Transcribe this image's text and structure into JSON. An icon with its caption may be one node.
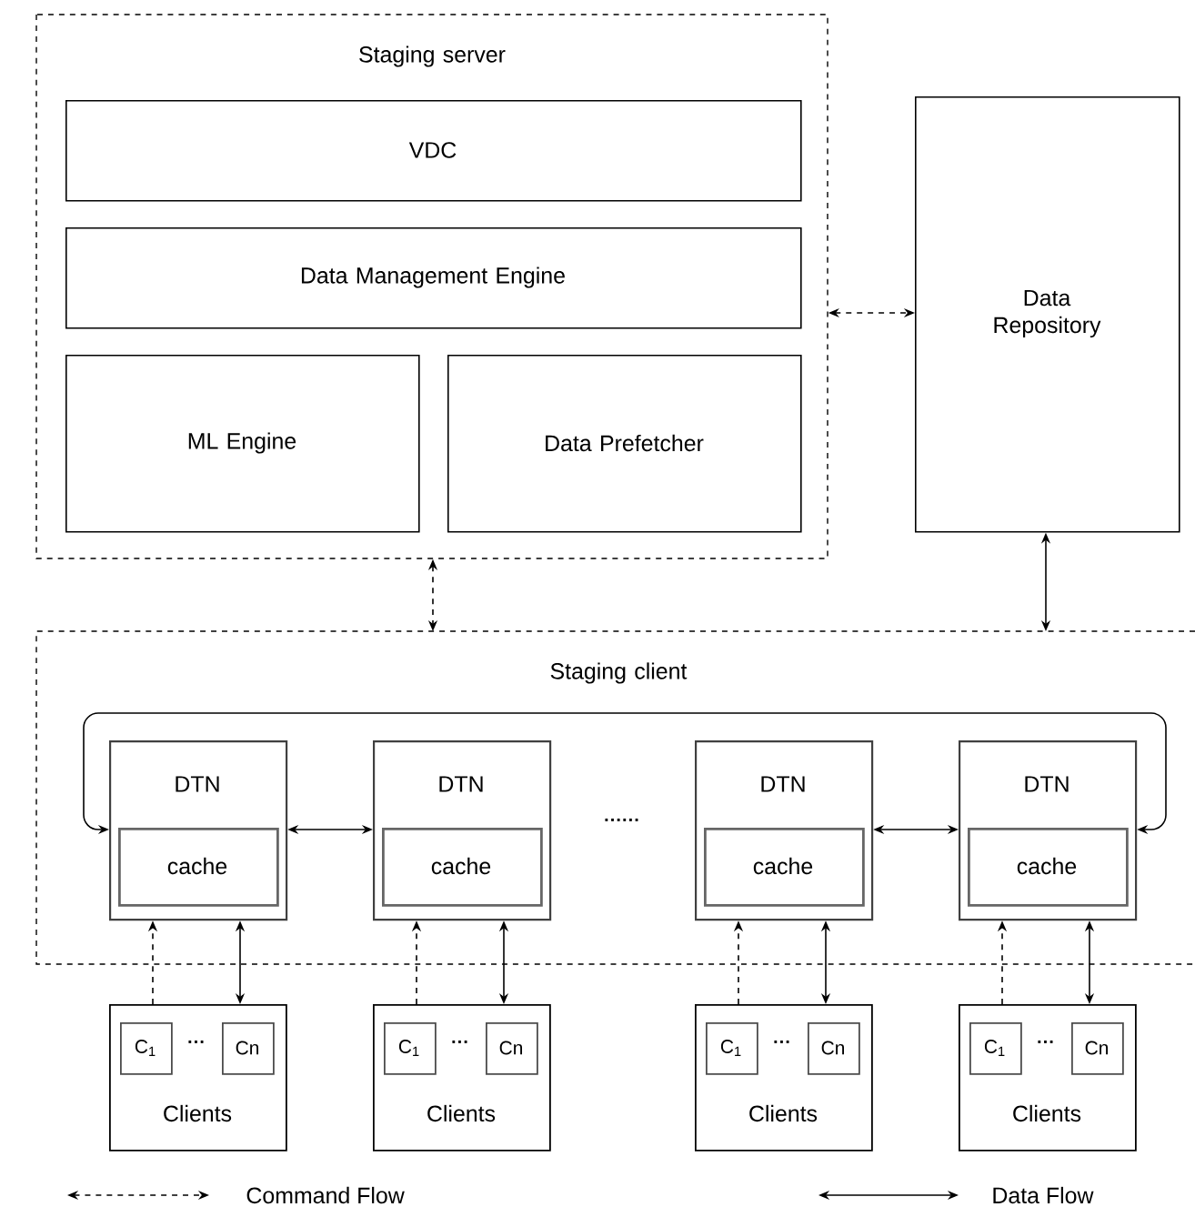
{
  "diagram": {
    "nodes": [
      {
        "text": [
          "Staging server"
        ]
      },
      {
        "text": [
          "VDC"
        ],
        "in": 0
      },
      {
        "text": [
          "Data Management Engine"
        ],
        "in": 0
      },
      {
        "text": [
          "ML Engine"
        ],
        "in": 0
      },
      {
        "text": [
          "Data Prefetcher"
        ],
        "in": 0
      },
      {
        "text": [
          "Data Repository"
        ]
      },
      {
        "text": [
          "Staging client"
        ]
      },
      {
        "text": [
          "DTN"
        ],
        "in": 6
      },
      {
        "text": [
          "cache"
        ],
        "in": 7
      },
      {
        "text": [
          "DTN"
        ],
        "in": 6
      },
      {
        "text": [
          "cache"
        ],
        "in": 9
      },
      {
        "text": [
          "DTN"
        ],
        "in": 6
      },
      {
        "text": [
          "cache"
        ],
        "in": 11
      },
      {
        "text": [
          "DTN"
        ],
        "in": 6
      },
      {
        "text": [
          "cache"
        ],
        "in": 13
      },
      {
        "text": [
          "Clients"
        ]
      },
      {
        "text": [
          "C$_{1}$"
        ],
        "in": 15
      },
      {
        "text": [
          "Cn"
        ],
        "in": 15
      },
      {
        "text": [
          "Clients"
        ]
      },
      {
        "text": [
          "C$_{1}$"
        ],
        "in": 18
      },
      {
        "text": [
          "Cn"
        ],
        "in": 18
      },
      {
        "text": [
          "Clients"
        ]
      },
      {
        "text": [
          "C$_{1}$"
        ],
        "in": 21
      },
      {
        "text": [
          "Cn"
        ],
        "in": 21
      },
      {
        "text": [
          "Clients"
        ]
      },
      {
        "text": [
          "C$_{1}$"
        ],
        "in": 24
      },
      {
        "text": [
          "Cn"
        ],
        "in": 24
      }
    ],
    "edges": [
      {
        "from": 0,
        "to": 5,
        "arrow": "both",
        "style": "dashed"
      },
      {
        "from": 0,
        "to": 6,
        "arrow": "both",
        "style": "dashed"
      },
      {
        "from": 5,
        "to": 6,
        "arrow": "both"
      },
      {
        "from": 7,
        "to": 9,
        "arrow": "both"
      },
      {
        "from": 11,
        "to": 13,
        "arrow": "both"
      },
      {
        "from": 7,
        "to": 13,
        "arrow": "both"
      },
      {
        "from": 15,
        "to": 7,
        "arrow": "to",
        "style": "dashed"
      },
      {
        "from": 15,
        "to": 7,
        "arrow": "both"
      },
      {
        "from": 18,
        "to": 9,
        "arrow": "to",
        "style": "dashed"
      },
      {
        "from": 18,
        "to": 9,
        "arrow": "both"
      },
      {
        "from": 21,
        "to": 11,
        "arrow": "to",
        "style": "dashed"
      },
      {
        "from": 21,
        "to": 11,
        "arrow": "both"
      },
      {
        "from": 24,
        "to": 13,
        "arrow": "to",
        "style": "dashed"
      },
      {
        "from": 24,
        "to": 13,
        "arrow": "both"
      }
    ],
    "labels": [
      "······",
      "···",
      "···",
      "···",
      "···"
    ],
    "legend": [
      {
        "text": "Command Flow"
      },
      {
        "text": "Data Flow"
      }
    ]
  }
}
